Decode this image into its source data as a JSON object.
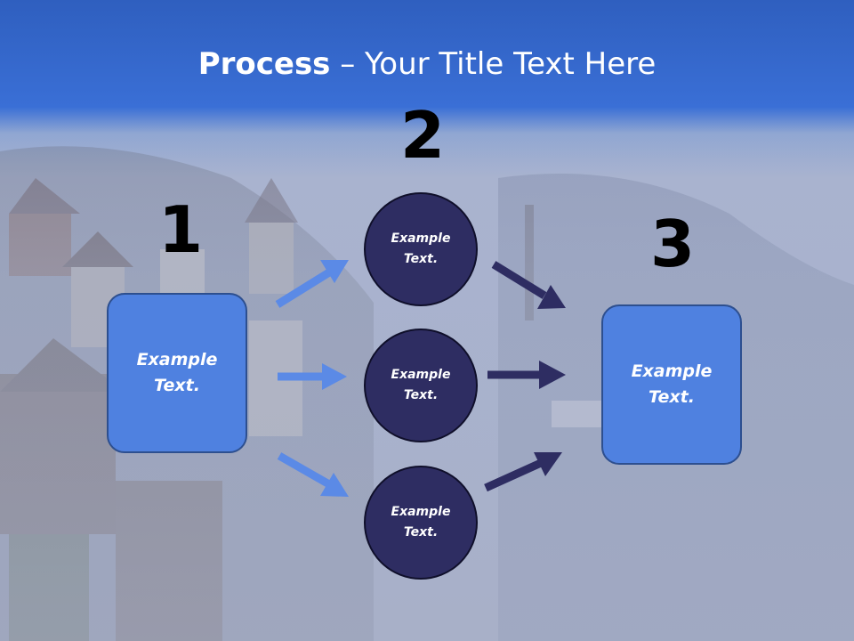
{
  "title": {
    "bold": "Process",
    "rest": " – Your Title Text Here"
  },
  "steps": {
    "one": "1",
    "two": "2",
    "three": "3"
  },
  "left_box": {
    "text": "Example Text."
  },
  "circles": [
    {
      "text": "Example Text."
    },
    {
      "text": "Example Text."
    },
    {
      "text": "Example Text."
    }
  ],
  "right_box": {
    "text": "Example Text."
  },
  "colors": {
    "box": "#4f81e0",
    "circle": "#2e2d62",
    "arrow_light": "#5b8ae6",
    "arrow_dark": "#2e2d62"
  }
}
